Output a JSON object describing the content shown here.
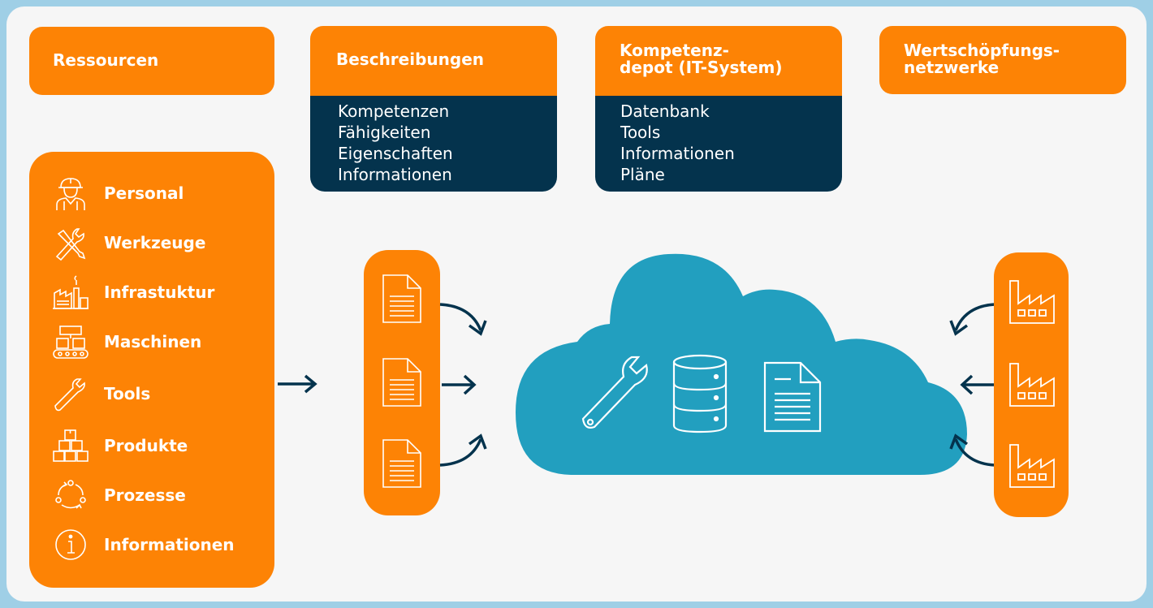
{
  "colors": {
    "orange": "#fd8305",
    "navy": "#04334d",
    "cloud": "#229fbf",
    "background": "#f6f6f6",
    "frame": "#9fcfe6"
  },
  "headers": {
    "ressourcen": "Ressourcen",
    "beschreibungen": "Beschreibungen",
    "kompetenzdepot": "Kompetenz-\ndepot (IT-System)",
    "wertschoepfung": "Wertschöpfungs-\nnetzwerke"
  },
  "beschreibungen_items": [
    "Kompetenzen",
    "Fähigkeiten",
    "Eigenschaften",
    "Informationen"
  ],
  "kompetenzdepot_items": [
    "Datenbank",
    "Tools",
    "Informationen",
    "Pläne"
  ],
  "ressourcen_items": [
    {
      "label": "Personal",
      "icon": "worker-icon"
    },
    {
      "label": "Werkzeuge",
      "icon": "tools-icon"
    },
    {
      "label": "Infrastuktur",
      "icon": "factory-icon"
    },
    {
      "label": "Maschinen",
      "icon": "machine-icon"
    },
    {
      "label": "Tools",
      "icon": "wrench-icon"
    },
    {
      "label": "Produkte",
      "icon": "boxes-icon"
    },
    {
      "label": "Prozesse",
      "icon": "process-icon"
    },
    {
      "label": "Informationen",
      "icon": "info-icon"
    }
  ],
  "cloud_icons": [
    "wrench-icon",
    "database-icon",
    "document-icon"
  ]
}
